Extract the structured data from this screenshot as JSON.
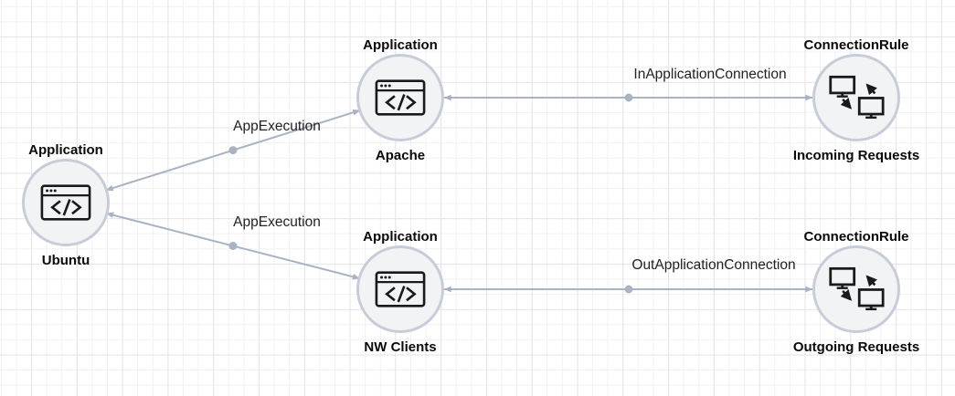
{
  "diagram": {
    "nodes": [
      {
        "id": "ubuntu",
        "type": "Application",
        "name": "Ubuntu",
        "icon": "application-window-icon"
      },
      {
        "id": "apache",
        "type": "Application",
        "name": "Apache",
        "icon": "application-window-icon"
      },
      {
        "id": "nw-clients",
        "type": "Application",
        "name": "NW Clients",
        "icon": "application-window-icon"
      },
      {
        "id": "incoming-requests",
        "type": "ConnectionRule",
        "name": "Incoming Requests",
        "icon": "network-transfer-icon"
      },
      {
        "id": "outgoing-requests",
        "type": "ConnectionRule",
        "name": "Outgoing Requests",
        "icon": "network-transfer-icon"
      }
    ],
    "edges": [
      {
        "label": "AppExecution",
        "from": "Ubuntu",
        "to": "Apache"
      },
      {
        "label": "AppExecution",
        "from": "Ubuntu",
        "to": "NW Clients"
      },
      {
        "label": "InApplicationConnection",
        "from": "Apache",
        "to": "Incoming Requests"
      },
      {
        "label": "OutApplicationConnection",
        "from": "NW Clients",
        "to": "Outgoing Requests"
      }
    ],
    "colors": {
      "background": "#ffffff",
      "grid_minor": "#f0f1f4",
      "grid_major": "#e3e5e9",
      "node_fill": "#f2f3f5",
      "node_border": "#c7cdd8",
      "edge": "#a9b3c1",
      "node_label": "#0a0a0a",
      "edge_label": "#222222",
      "icon": "#1a1a1a"
    }
  }
}
